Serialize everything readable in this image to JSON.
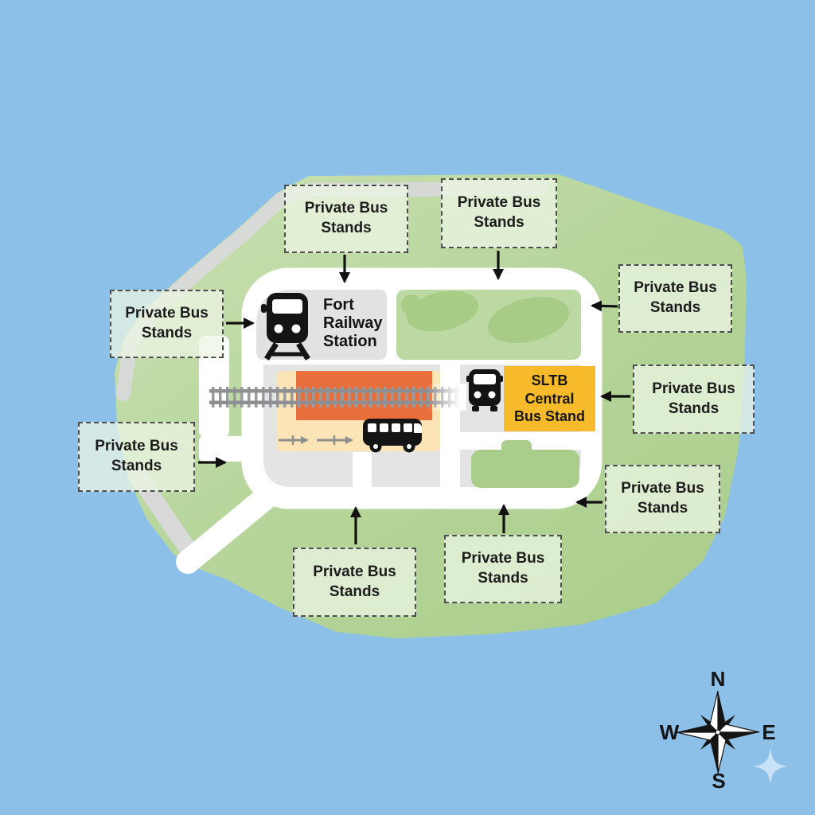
{
  "map": {
    "type": "transit-area-map",
    "railway_station": {
      "name": "Fort Railway Station",
      "display": "Fort\nRailway\nStation"
    },
    "sltb_stand": {
      "name": "SLTB Central Bus Stand",
      "display": "SLTB\nCentral\nBus Stand",
      "color": "#f7ba2b"
    },
    "bus_stands": [
      {
        "id": "top-left",
        "label": "Private Bus Stands"
      },
      {
        "id": "top-center",
        "label": "Private Bus Stands"
      },
      {
        "id": "right-upper",
        "label": "Private Bus Stands"
      },
      {
        "id": "right-middle",
        "label": "Private Bus Stands"
      },
      {
        "id": "right-lower",
        "label": "Private Bus Stands"
      },
      {
        "id": "left-upper",
        "label": "Private Bus Stands"
      },
      {
        "id": "left-lower",
        "label": "Private Bus Stands"
      },
      {
        "id": "bottom-left",
        "label": "Private Bus Stands"
      },
      {
        "id": "bottom-center",
        "label": "Private Bus Stands"
      }
    ],
    "compass": {
      "north": "N",
      "east": "E",
      "south": "S",
      "west": "W"
    },
    "icons": [
      "train-icon",
      "bus-front-icon",
      "bus-side-icon",
      "compass-rose-icon",
      "sparkle-icon",
      "railway-track"
    ],
    "colors": {
      "water": "#8cc0e8",
      "land_light": "#cbe1b3",
      "land": "#b5d49a",
      "land_dark_blob": "#a7cc86",
      "road": "#ffffff",
      "yard_gray": "#e4e4e4",
      "coast_gray": "#d8d9d8",
      "platform_orange": "#e86f3c",
      "platform_cream": "#fbe5b6",
      "sltb_yellow": "#f7ba2b",
      "track_gray": "#9a9b9f",
      "text": "#1c1c1c"
    }
  }
}
